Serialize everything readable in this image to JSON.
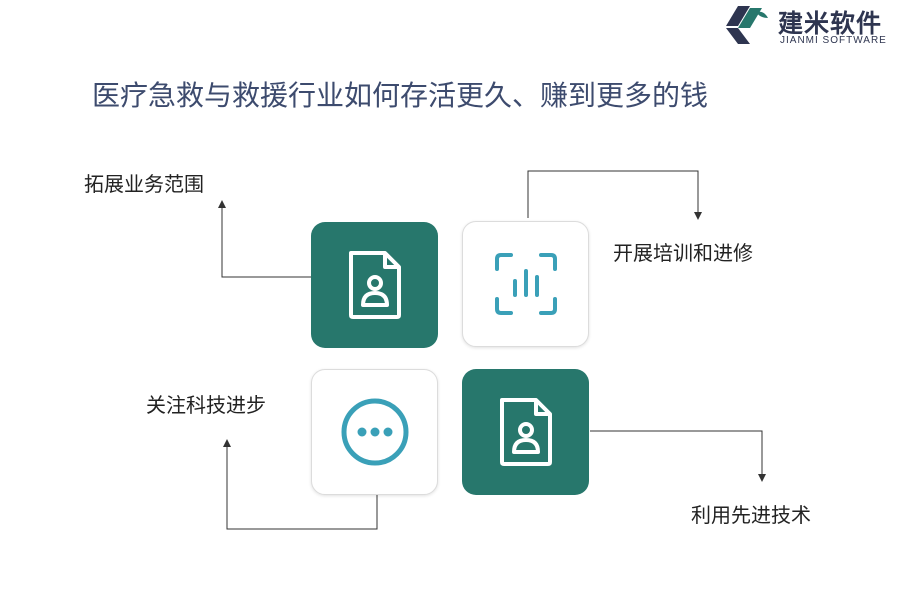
{
  "brand": {
    "name_cn": "建米软件",
    "name_en": "JIANMI SOFTWARE",
    "colors": {
      "dark_navy": "#2e3550",
      "teal": "#27776c"
    }
  },
  "title": "医疗急救与救援行业如何存活更久、赚到更多的钱",
  "diagram": {
    "nodes": [
      {
        "id": "top-left",
        "style": "dark-teal",
        "icon": "document-person-icon",
        "label": "拓展业务范围"
      },
      {
        "id": "top-right",
        "style": "light",
        "icon": "bar-chart-frame-icon",
        "label": "开展培训和进修"
      },
      {
        "id": "bottom-left",
        "style": "light",
        "icon": "more-dots-icon",
        "label": "关注科技进步"
      },
      {
        "id": "bottom-right",
        "style": "dark-teal",
        "icon": "document-person-icon",
        "label": "利用先进技术"
      }
    ],
    "colors": {
      "card_dark": "#27776c",
      "icon_light": "#3aa0b8",
      "connector": "#333333"
    }
  }
}
